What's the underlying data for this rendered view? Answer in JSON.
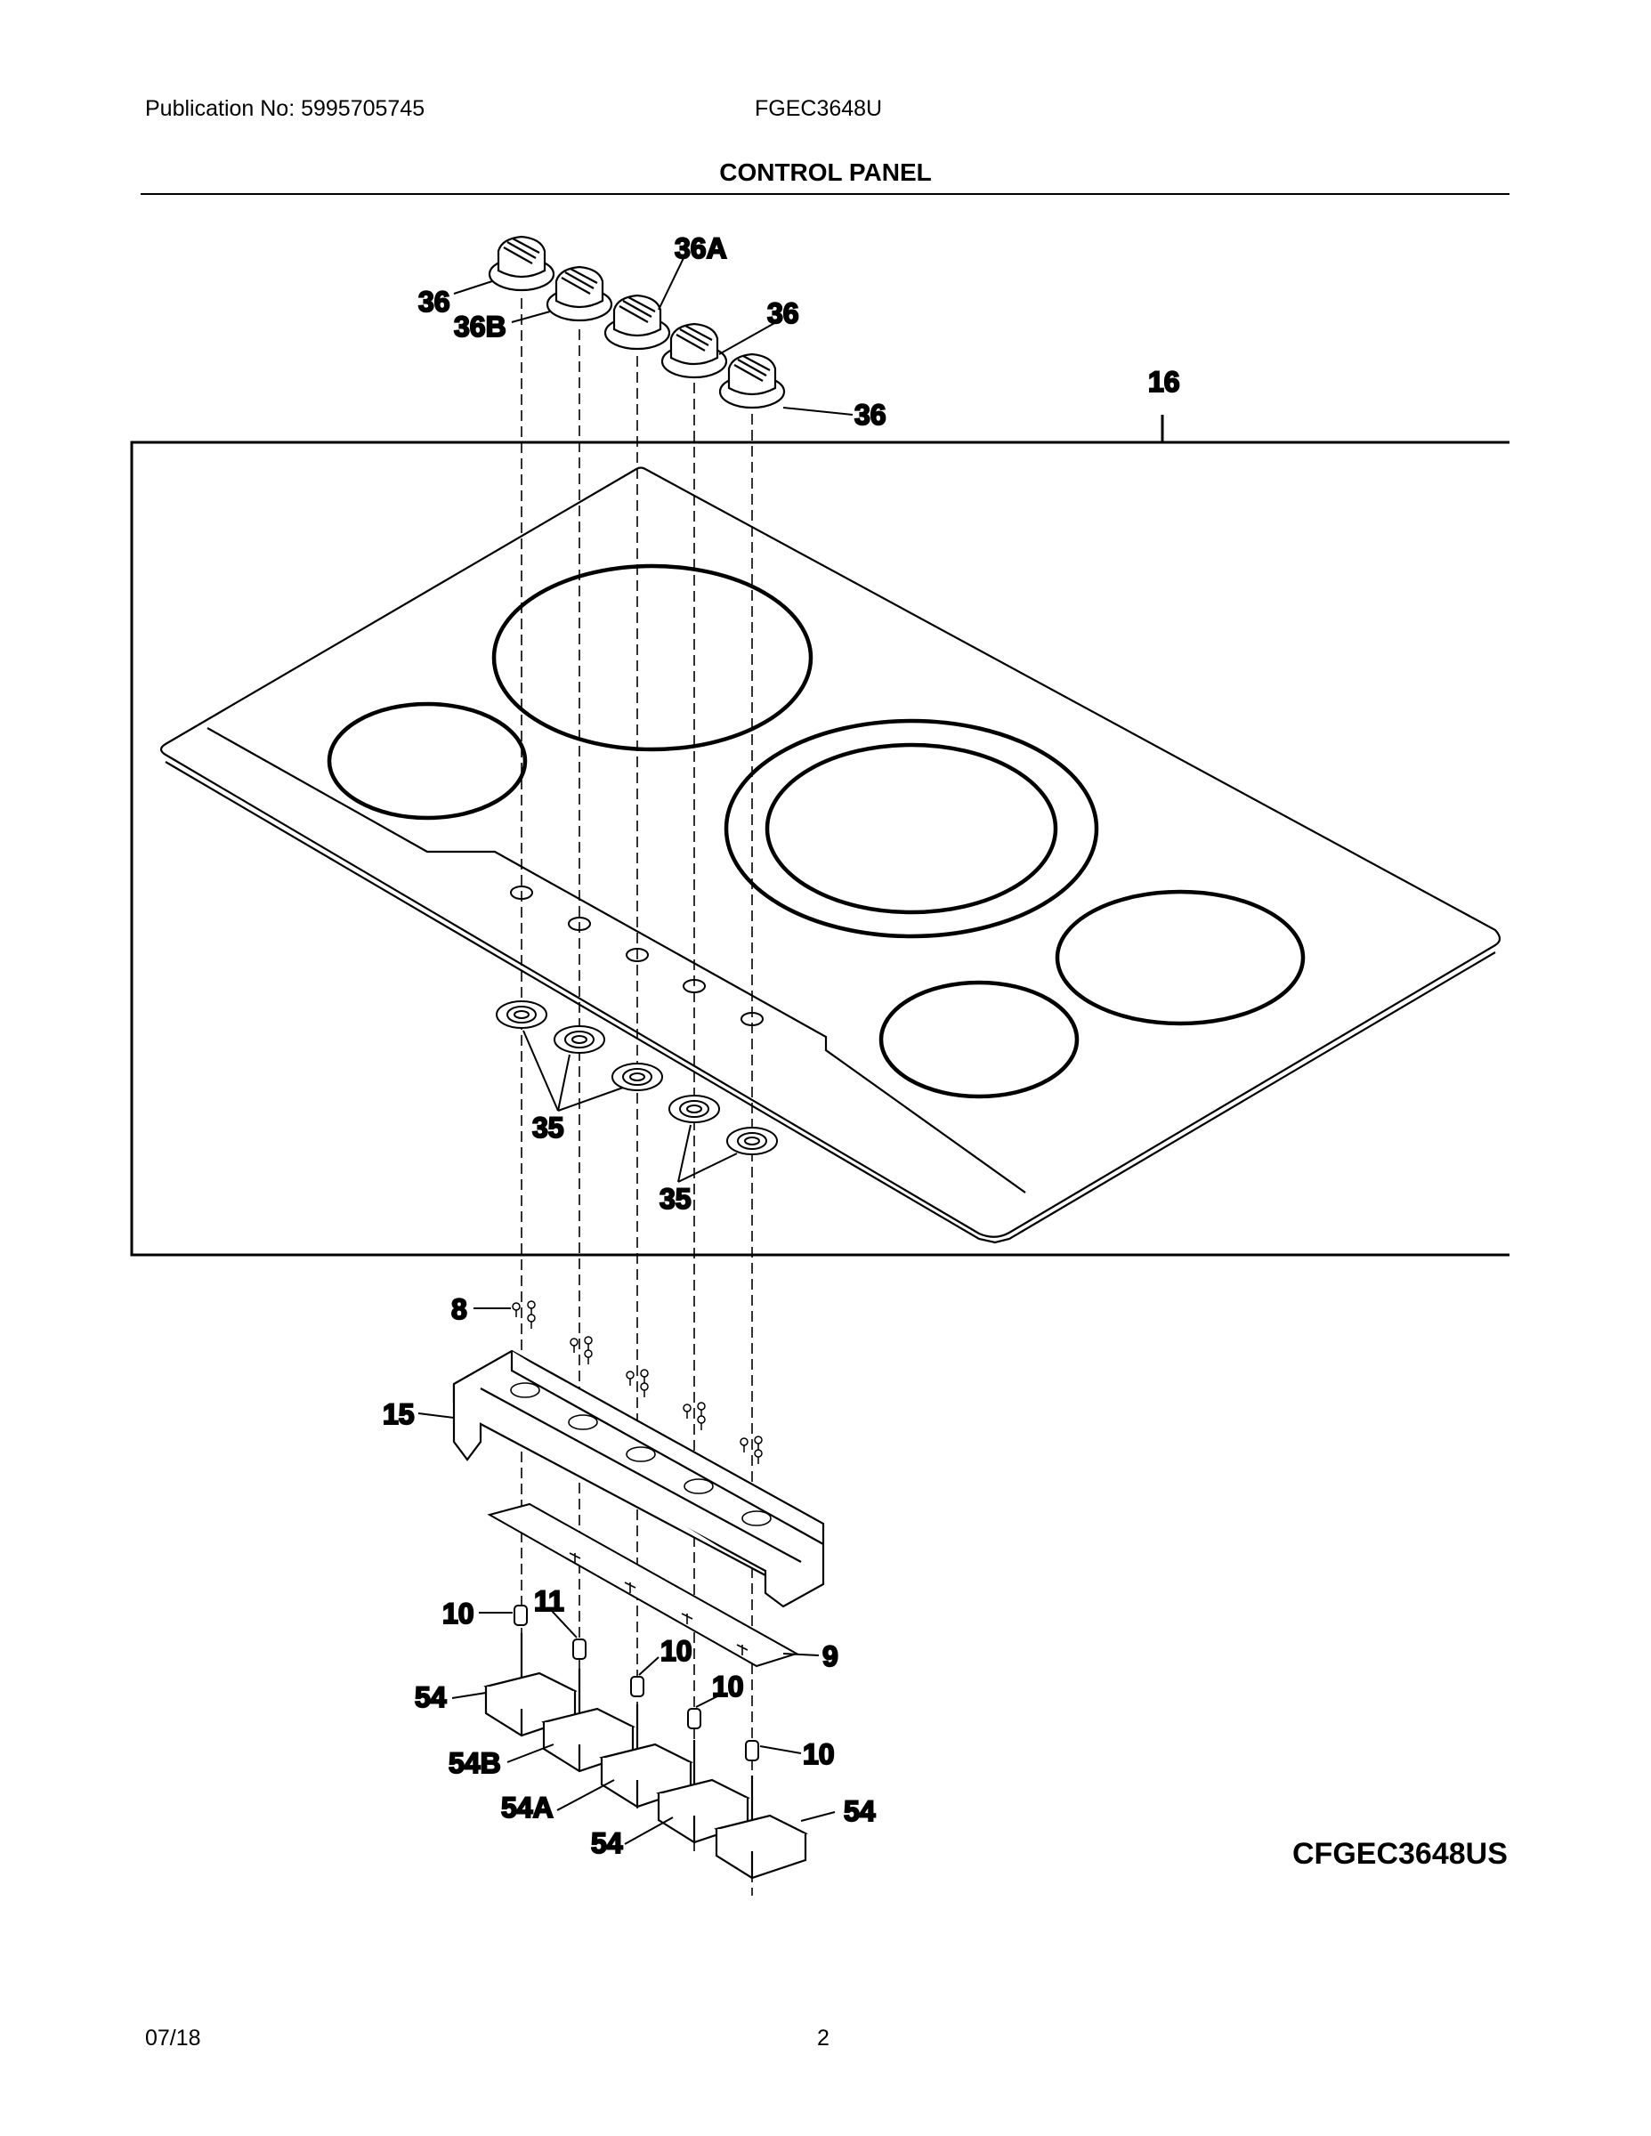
{
  "header": {
    "publication": "Publication No: 5995705745",
    "model": "FGEC3648U",
    "section_title": "CONTROL PANEL"
  },
  "callouts": {
    "knob_36": "36",
    "knob_36a": "36A",
    "knob_36b": "36B",
    "cooktop_16": "16",
    "seal_35": "35",
    "screw_8": "8",
    "bracket_15": "15",
    "shaft_10": "10",
    "clip_11": "11",
    "plate_9": "9",
    "switch_54": "54",
    "switch_54a": "54A",
    "switch_54b": "54B"
  },
  "diagram_code": "CFGEC3648US",
  "footer": {
    "date": "07/18",
    "page": "2"
  }
}
